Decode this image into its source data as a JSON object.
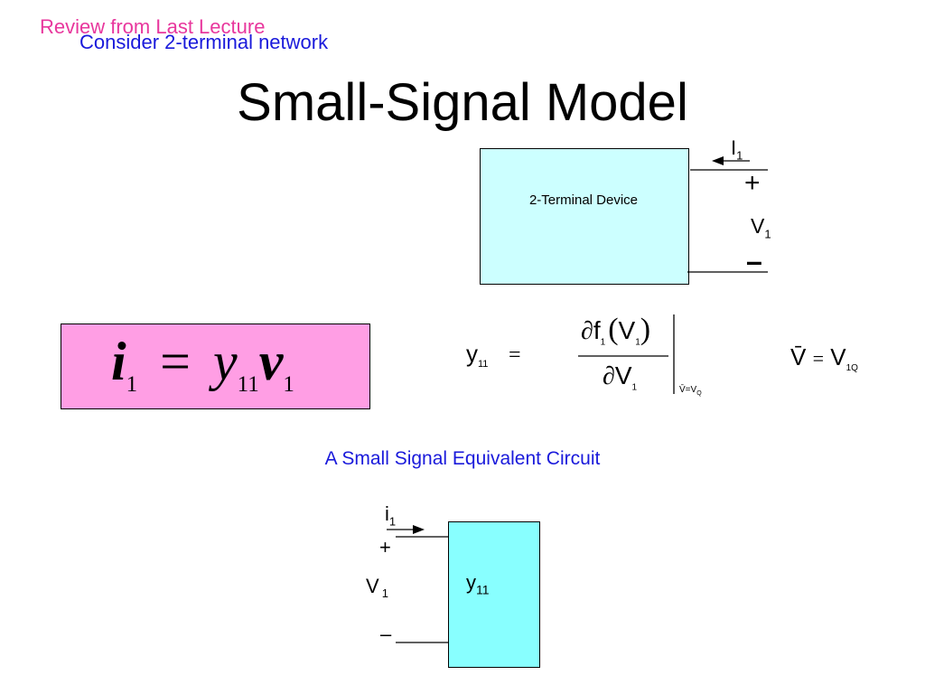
{
  "header": {
    "review_note": "Review from Last Lecture",
    "subtitle": "Consider 2-terminal network",
    "title": "Small-Signal Model"
  },
  "device_diagram": {
    "device_label": "2-Terminal Device",
    "current_symbol": "I",
    "current_subscript": "1",
    "plus_sign": "+",
    "voltage_symbol": "V",
    "voltage_subscript": "1",
    "minus_sign": "–"
  },
  "main_equation": {
    "lhs": "i",
    "lhs_sub": "1",
    "equals": "=",
    "coef": "y",
    "coef_sub": "11",
    "rhs": "v",
    "rhs_sub": "1"
  },
  "y11_definition": {
    "lhs": "y",
    "lhs_sub": "11",
    "equals": "=",
    "partial": "∂",
    "numerator_f": "f",
    "numerator_f_sub": "1",
    "numerator_arg": "V",
    "numerator_arg_sub": "1",
    "open_paren": "(",
    "close_paren": ")",
    "denominator": "V",
    "denominator_sub": "1",
    "eval_at": "V̄=V",
    "eval_at_sub": "Q"
  },
  "operating_point": {
    "vbar": "V̄",
    "equals": "=",
    "value": "V",
    "value_sub": "1Q"
  },
  "equivalent_circuit": {
    "caption": "A Small Signal  Equivalent Circuit",
    "current_symbol": "i",
    "current_subscript": "1",
    "plus_sign": "+",
    "voltage_symbol": "V",
    "voltage_subscript": "1",
    "minus_sign": "–",
    "admittance": "y",
    "admittance_sub": "11"
  }
}
